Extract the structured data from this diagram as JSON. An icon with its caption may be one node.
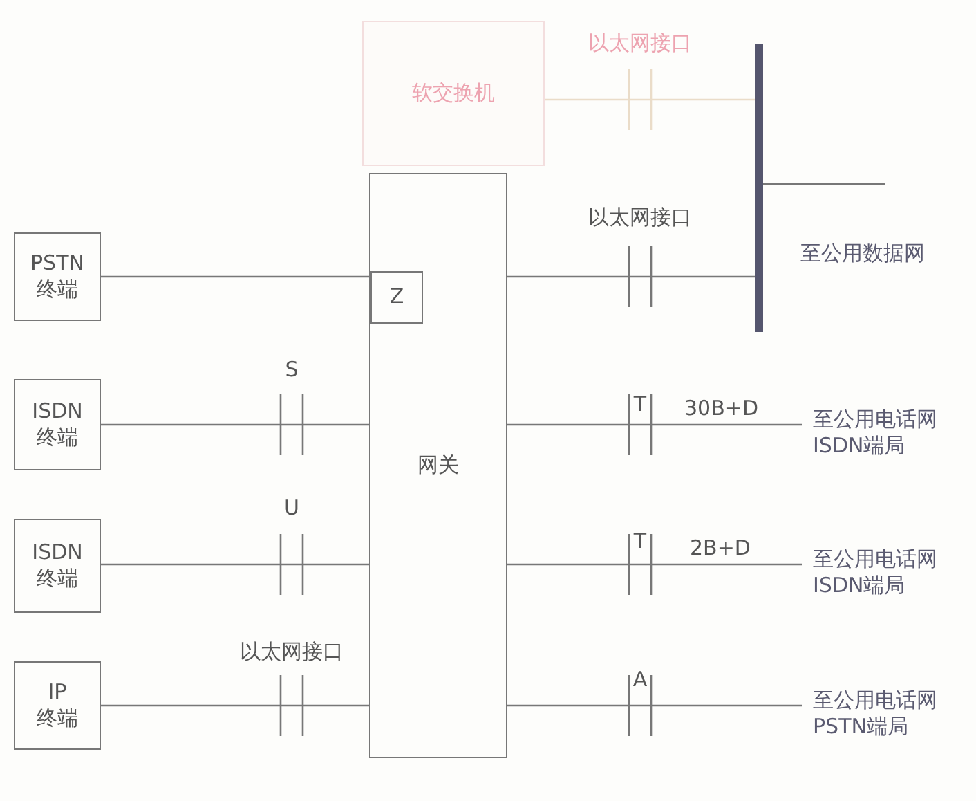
{
  "diagram": {
    "nodes": [
      {
        "text": [
          "软交换机"
        ]
      },
      {
        "text": [
          "网关"
        ]
      },
      {
        "text": [
          "Z"
        ],
        "in": 1
      },
      {
        "text": [
          "PSTN 终端"
        ]
      },
      {
        "text": [
          "ISDN 终端"
        ]
      },
      {
        "text": [
          "ISDN 终端"
        ]
      },
      {
        "text": [
          "IP 终端"
        ]
      },
      {
        "text": [],
        "shape": "bar"
      },
      {
        "text": [
          "至公用数据网"
        ]
      },
      {
        "text": [
          "至公用电话网 ISDN端局"
        ]
      },
      {
        "text": [
          "至公用电话网 ISDN端局"
        ]
      },
      {
        "text": [
          "至公用电话网 PSTN端局"
        ]
      }
    ],
    "edges": [
      {
        "from": 0,
        "to": 7,
        "arrow": "none",
        "label": "以太网接口",
        "color": "#eadcc8"
      },
      {
        "from": 1,
        "to": 7,
        "arrow": "none",
        "label": "以太网接口"
      },
      {
        "from": 7,
        "to": 8,
        "arrow": "none"
      },
      {
        "from": 3,
        "to": 2,
        "arrow": "none"
      },
      {
        "from": 4,
        "to": 1,
        "arrow": "none",
        "label": "S"
      },
      {
        "from": 5,
        "to": 1,
        "arrow": "none",
        "label": "U"
      },
      {
        "from": 6,
        "to": 1,
        "arrow": "none",
        "label": "以太网接口"
      },
      {
        "from": 1,
        "to": 9,
        "arrow": "none",
        "label": "T"
      },
      {
        "from": 1,
        "to": 10,
        "arrow": "none",
        "label": "T"
      },
      {
        "from": 1,
        "to": 11,
        "arrow": "none",
        "label": "A"
      }
    ],
    "labels": [
      "30B+D",
      "2B+D"
    ]
  }
}
